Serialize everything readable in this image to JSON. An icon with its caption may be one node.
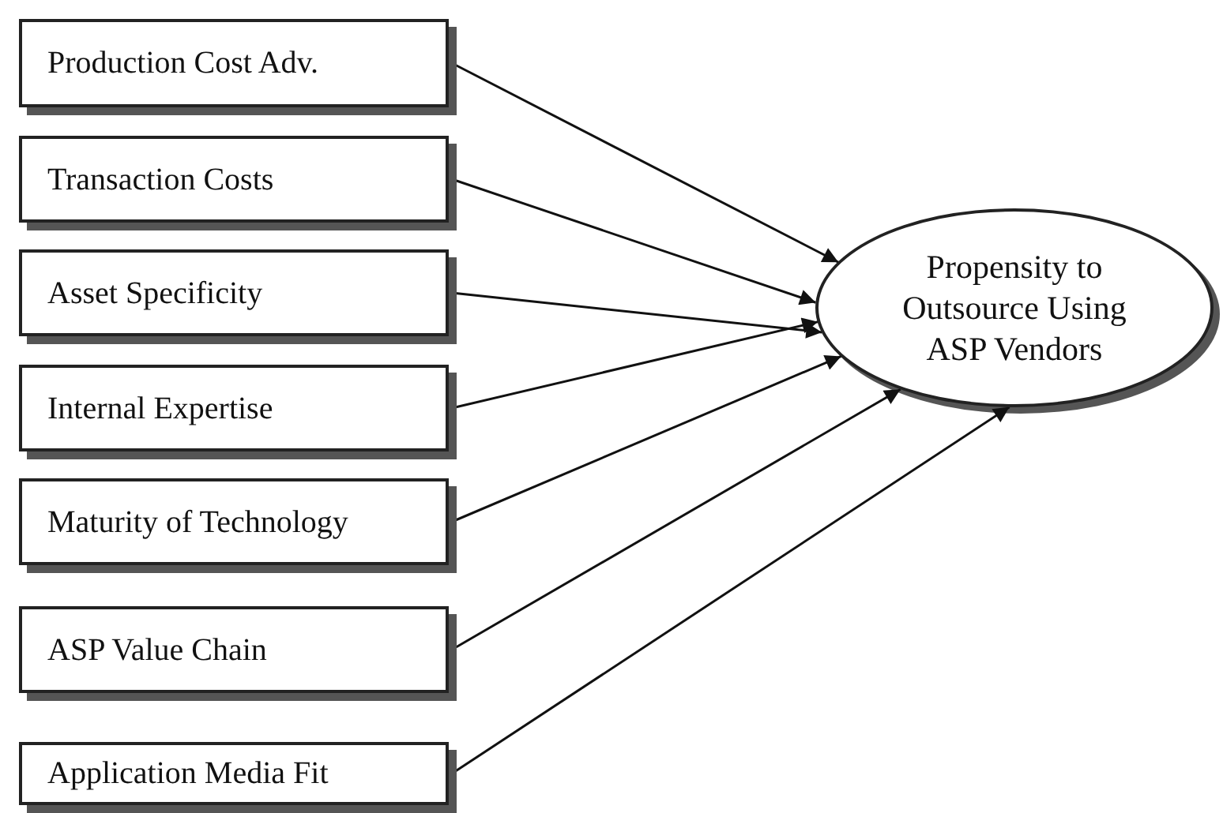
{
  "diagram": {
    "nodes": [
      {
        "text": [
          "Production Cost Adv."
        ]
      },
      {
        "text": [
          "Transaction Costs"
        ]
      },
      {
        "text": [
          "Asset Specificity"
        ]
      },
      {
        "text": [
          "Internal Expertise"
        ]
      },
      {
        "text": [
          "Maturity of Technology"
        ]
      },
      {
        "text": [
          "ASP Value Chain"
        ]
      },
      {
        "text": [
          "Application Media Fit"
        ]
      },
      {
        "text": [
          "Propensity to Outsource Using ASP Vendors"
        ]
      }
    ],
    "edges": [
      {
        "from": 0,
        "to": 7,
        "arrow": "to"
      },
      {
        "from": 1,
        "to": 7,
        "arrow": "to"
      },
      {
        "from": 2,
        "to": 7,
        "arrow": "to"
      },
      {
        "from": 3,
        "to": 7,
        "arrow": "to"
      },
      {
        "from": 4,
        "to": 7,
        "arrow": "to"
      },
      {
        "from": 5,
        "to": 7,
        "arrow": "to"
      },
      {
        "from": 6,
        "to": 7,
        "arrow": "to"
      }
    ]
  }
}
